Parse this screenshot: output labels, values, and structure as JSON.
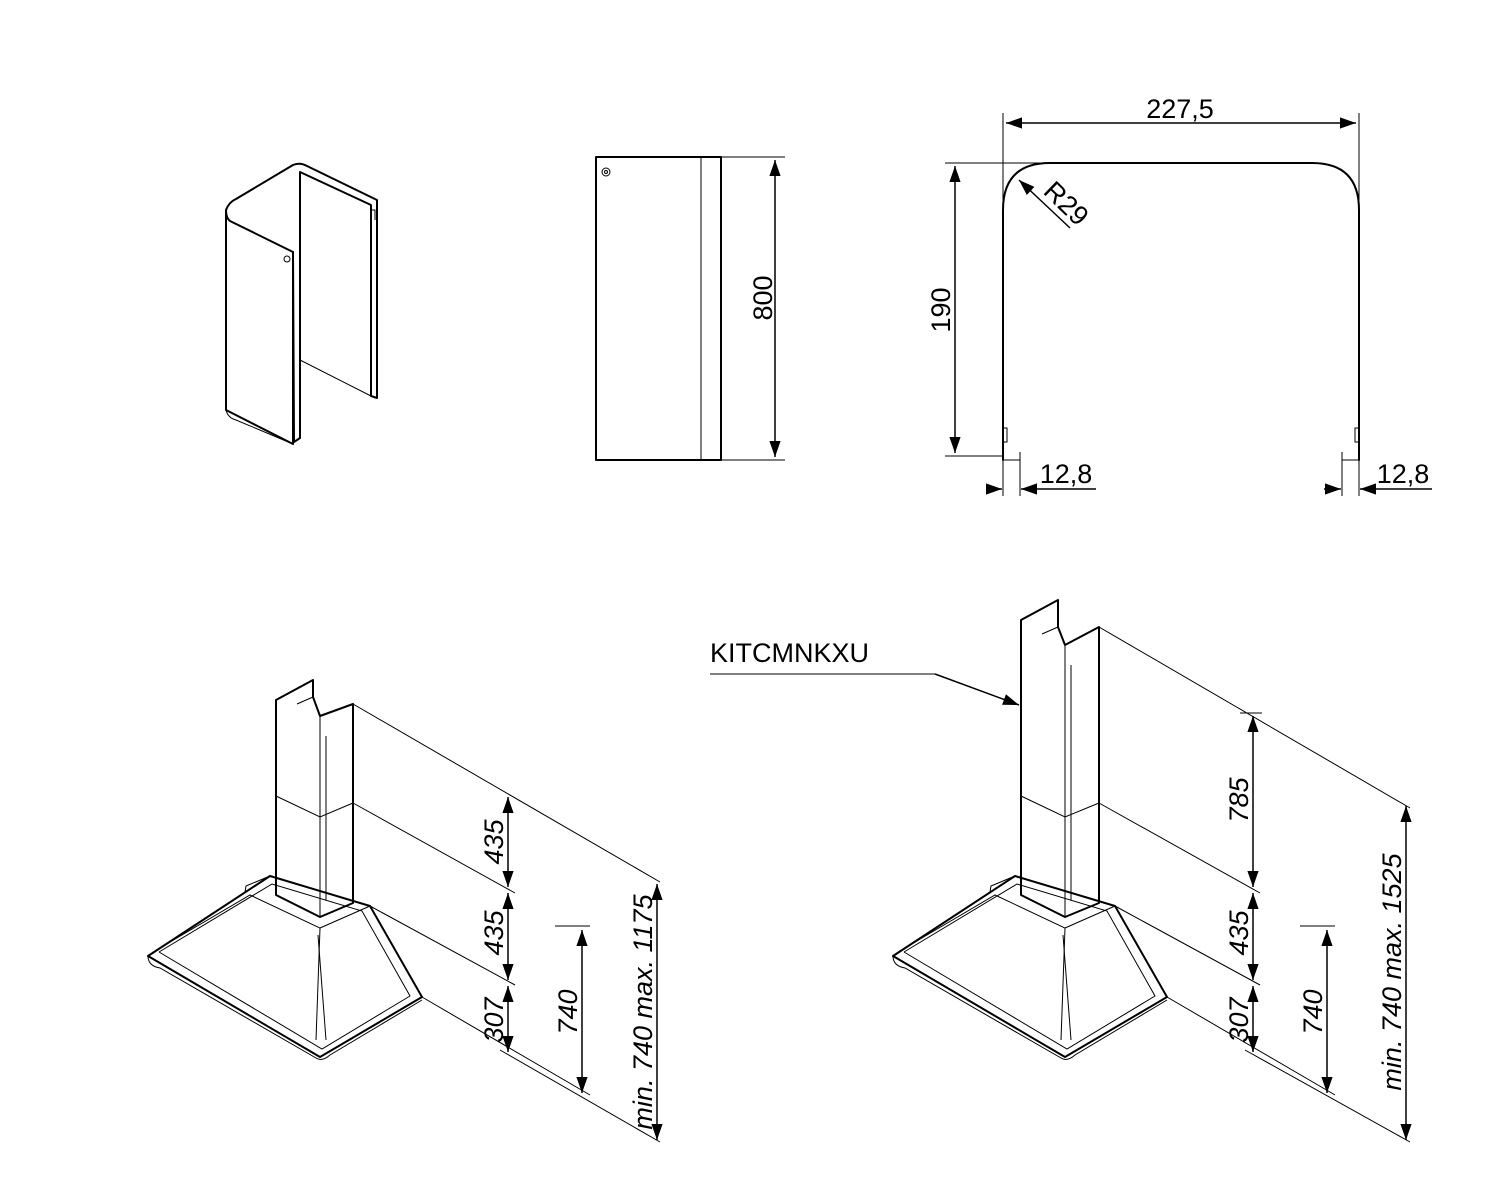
{
  "colors": {
    "line": "#000000",
    "background": "#ffffff"
  },
  "top_views": {
    "width_dim": "227,5",
    "height_dim": "190",
    "radius_dim": "R29",
    "flange_left": "12,8",
    "flange_right": "12,8",
    "length_dim": "800"
  },
  "left_assembly": {
    "upper_segment": "435",
    "lower_segment": "435",
    "hood_height": "307",
    "min_height": "740",
    "range": "min. 740 max. 1175"
  },
  "right_assembly": {
    "callout_label": "KITCMNKXU",
    "upper_segment": "785",
    "lower_segment": "435",
    "hood_height": "307",
    "min_height": "740",
    "range": "min. 740 max. 1525"
  }
}
